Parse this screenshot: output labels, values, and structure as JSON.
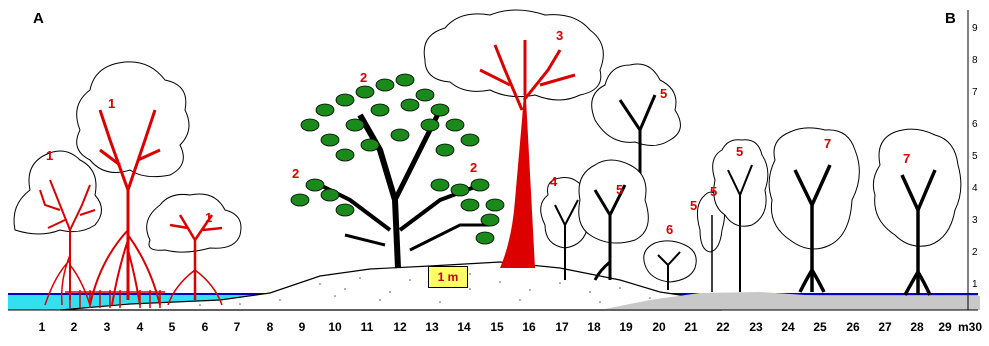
{
  "panel_labels": {
    "start": "A",
    "end": "B"
  },
  "scale_label": "1 m",
  "axis": {
    "ticks": [
      "1",
      "2",
      "3",
      "4",
      "5",
      "6",
      "7",
      "8",
      "9",
      "10",
      "11",
      "12",
      "13",
      "14",
      "15",
      "16",
      "17",
      "18",
      "19",
      "20",
      "21",
      "22",
      "23",
      "24",
      "25",
      "26",
      "27",
      "28",
      "29"
    ],
    "unit_label": "m30"
  },
  "height_ticks": [
    "1",
    "2",
    "3",
    "4",
    "5",
    "6",
    "7",
    "8",
    "9"
  ],
  "species_labels": [
    "1",
    "1",
    "1",
    "2",
    "2",
    "2",
    "3",
    "4",
    "5",
    "5",
    "5",
    "5",
    "5",
    "6",
    "7",
    "7"
  ],
  "colors": {
    "mangrove_red": "#dd0000",
    "foliage_green": "#1a8a1a",
    "water": "#33e0f0",
    "sand": "#ffffff",
    "mud": "#c8c8c8",
    "scale_box": "#ffff66"
  }
}
